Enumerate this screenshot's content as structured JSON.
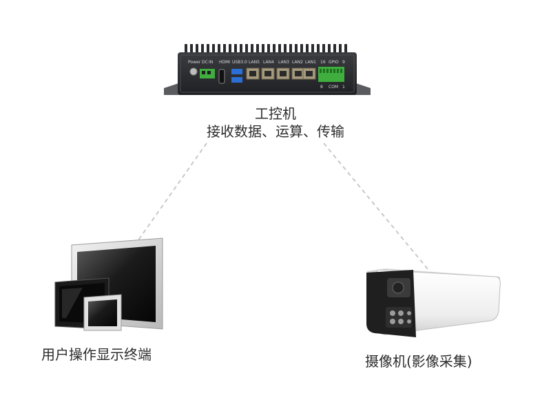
{
  "nodes": {
    "industrial_pc": {
      "title": "工控机",
      "subtitle": "接收数据、运算、传输",
      "port_labels": [
        "Power",
        "DC",
        "IN",
        "HDMI",
        "USB3.0",
        "LAN5",
        "LAN4",
        "LAN3",
        "LAN2",
        "LAN1",
        "16",
        "GPIO",
        "9",
        "8",
        "COM",
        "1"
      ]
    },
    "operator_terminal": {
      "title": "用户操作显示终端"
    },
    "camera": {
      "title": "摄像机(影像采集)"
    }
  },
  "edges": [
    {
      "from": "industrial_pc",
      "to": "operator_terminal",
      "style": "dashed"
    },
    {
      "from": "industrial_pc",
      "to": "camera",
      "style": "dashed"
    }
  ],
  "colors": {
    "connector": "#c8c8c8",
    "device_dark": "#2e2f33",
    "terminal_green": "#3fae3f",
    "label_text": "#2b2b2b"
  }
}
